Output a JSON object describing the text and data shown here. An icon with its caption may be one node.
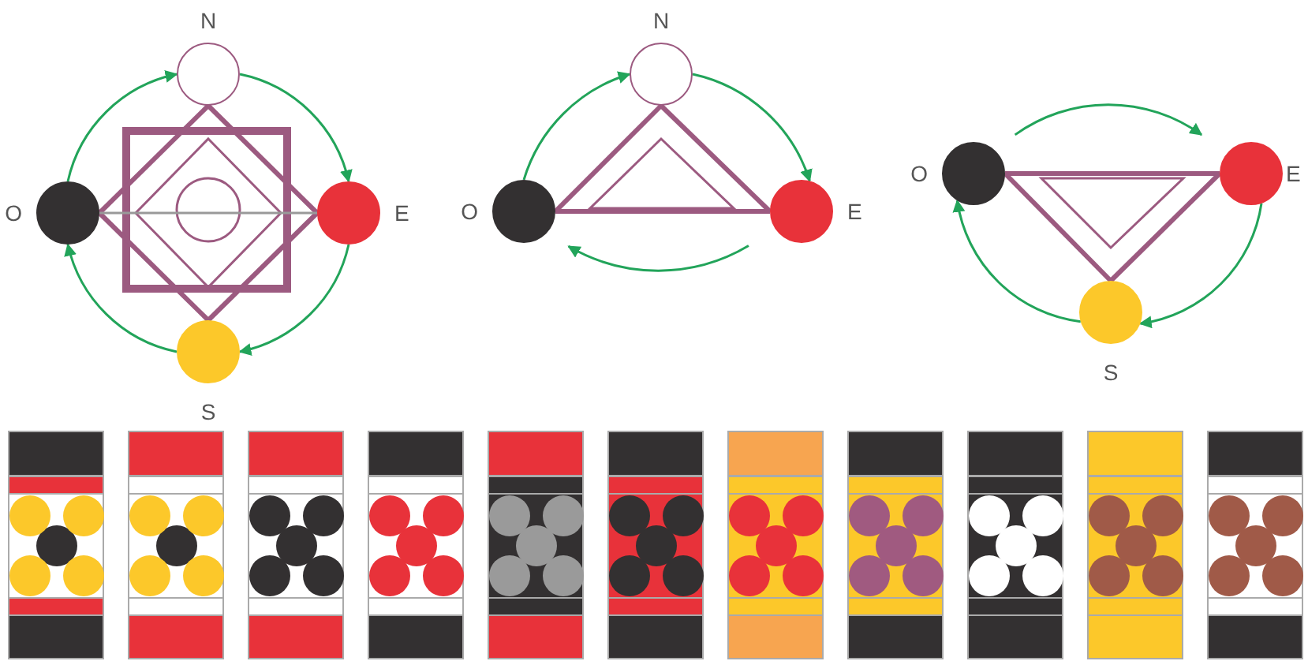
{
  "diagram": {
    "nodes": [
      {
        "text": [
          "N"
        ]
      },
      {
        "text": [
          "O"
        ]
      },
      {
        "text": [
          "E"
        ]
      },
      {
        "text": [
          "S"
        ]
      },
      {
        "text": [
          "N"
        ]
      },
      {
        "text": [
          "O"
        ]
      },
      {
        "text": [
          "E"
        ]
      },
      {
        "text": [
          "O"
        ]
      },
      {
        "text": [
          "E"
        ]
      },
      {
        "text": [
          "S"
        ]
      }
    ],
    "edges": [
      {
        "from": 1,
        "to": 0,
        "arrow": "to"
      },
      {
        "from": 0,
        "to": 2,
        "arrow": "to"
      },
      {
        "from": 2,
        "to": 3,
        "arrow": "to"
      },
      {
        "from": 3,
        "to": 1,
        "arrow": "to"
      },
      {
        "from": 1,
        "to": 0,
        "arrow": "none",
        "style": "thick",
        "color": "#9c5a80"
      },
      {
        "from": 0,
        "to": 2,
        "arrow": "none",
        "style": "thick",
        "color": "#9c5a80"
      },
      {
        "from": 2,
        "to": 3,
        "arrow": "none",
        "style": "thick",
        "color": "#9c5a80"
      },
      {
        "from": 3,
        "to": 1,
        "arrow": "none",
        "style": "thick",
        "color": "#9c5a80"
      },
      {
        "from": 1,
        "to": 2,
        "arrow": "none",
        "color": "#999999"
      },
      {
        "from": 5,
        "to": 4,
        "arrow": "to"
      },
      {
        "from": 4,
        "to": 6,
        "arrow": "to"
      },
      {
        "from": 6,
        "to": 5,
        "arrow": "to"
      },
      {
        "from": 5,
        "to": 4,
        "arrow": "none",
        "style": "thick",
        "color": "#9c5a80"
      },
      {
        "from": 4,
        "to": 6,
        "arrow": "none",
        "style": "thick",
        "color": "#9c5a80"
      },
      {
        "from": 5,
        "to": 6,
        "arrow": "none",
        "style": "thick",
        "color": "#9c5a80"
      },
      {
        "from": 7,
        "to": 8,
        "arrow": "to"
      },
      {
        "from": 8,
        "to": 9,
        "arrow": "to"
      },
      {
        "from": 9,
        "to": 7,
        "arrow": "to"
      },
      {
        "from": 7,
        "to": 8,
        "arrow": "none",
        "style": "thick",
        "color": "#9c5a80"
      },
      {
        "from": 8,
        "to": 9,
        "arrow": "none",
        "style": "thick",
        "color": "#9c5a80"
      },
      {
        "from": 9,
        "to": 7,
        "arrow": "none",
        "style": "thick",
        "color": "#9c5a80"
      }
    ]
  }
}
